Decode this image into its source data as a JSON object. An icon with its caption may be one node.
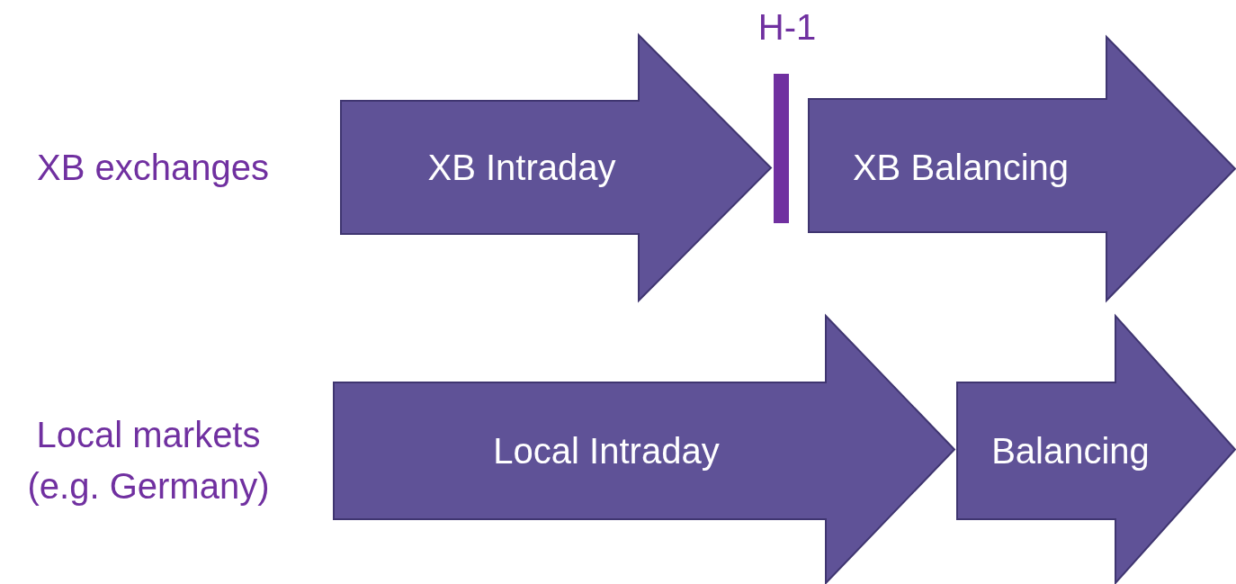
{
  "diagram": {
    "nodes": [
      {
        "text": [
          "XB Intraday"
        ]
      },
      {
        "text": [
          "XB Balancing"
        ]
      },
      {
        "text": [
          "Local Intraday"
        ]
      },
      {
        "text": [
          "Balancing"
        ]
      },
      {
        "text": [],
        "shape": "bar"
      }
    ],
    "labels": [
      "XB exchanges",
      "H-1",
      "Local markets (e.g. Germany)"
    ]
  }
}
